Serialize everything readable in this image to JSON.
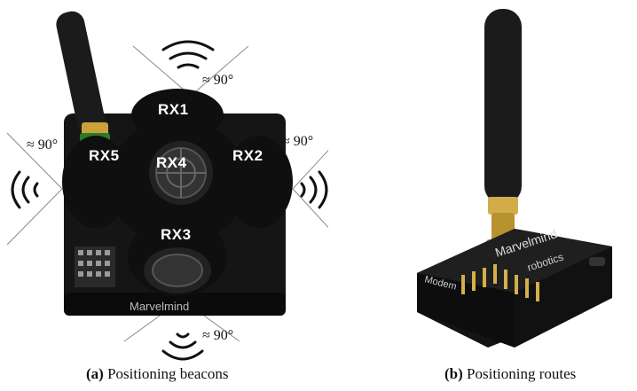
{
  "panel_a": {
    "caption_label": "(a)",
    "caption_text": "Positioning beacons",
    "receivers": {
      "rx1": "RX1",
      "rx2": "RX2",
      "rx3": "RX3",
      "rx4": "RX4",
      "rx5": "RX5"
    },
    "angles": {
      "top": "≈ 90°",
      "left": "≈ 90°",
      "right": "≈ 90°",
      "bottom": "≈ 90°"
    },
    "brand": "Marvelmind"
  },
  "panel_b": {
    "caption_label": "(b)",
    "caption_text": "Positioning routes",
    "brand": "Marvelmind",
    "brand_sub": "robotics",
    "modem_label": "Modem"
  },
  "colors": {
    "device_body": "#141414",
    "antenna": "#1b1b1b",
    "gold_connector": "#c9a23a",
    "pins": "#d4b04a",
    "text_white": "#ffffff",
    "lines": "#888888"
  }
}
